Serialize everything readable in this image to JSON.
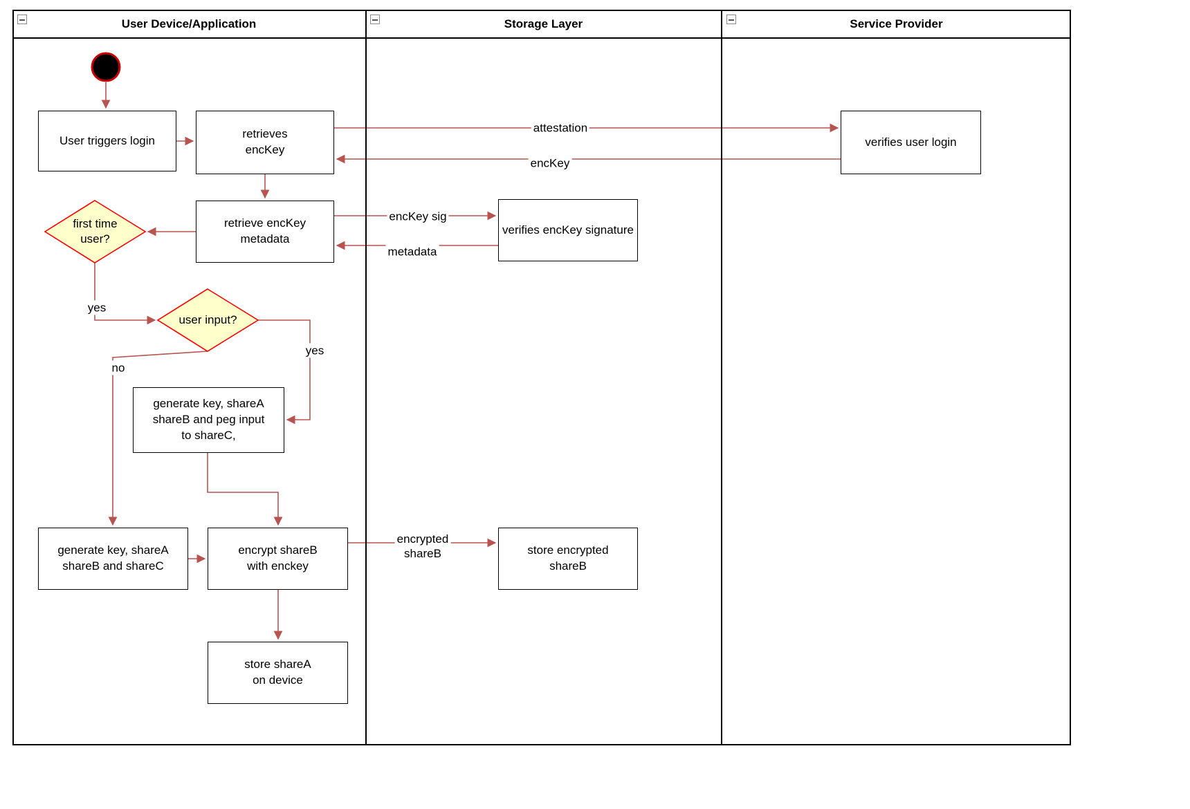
{
  "lanes": [
    {
      "title": "User Device/Application"
    },
    {
      "title": "Storage Layer"
    },
    {
      "title": "Service Provider"
    }
  ],
  "nodes": {
    "user_triggers_login": "User triggers login",
    "retrieves_enckey": "retrieves\nencKey",
    "verifies_user_login": "verifies user login",
    "retrieve_enckey_metadata": "retrieve encKey\nmetadata",
    "verifies_enckey_signature": "verifies encKey signature",
    "first_time_user": "first time\nuser?",
    "user_input": "user input?",
    "generate_key_peg": "generate key, shareA\nshareB and peg input\nto shareC,",
    "generate_key_abc": "generate key, shareA\nshareB and shareC",
    "encrypt_shareb": "encrypt shareB\nwith enckey",
    "store_encrypted_shareb": "store encrypted\nshareB",
    "store_sharea": "store shareA\non device"
  },
  "edge_labels": {
    "attestation": "attestation",
    "enckey": "encKey",
    "enckey_sig": "encKey sig",
    "metadata": "metadata",
    "yes_first": "yes",
    "yes_input": "yes",
    "no_input": "no",
    "encrypted_shareb": "encrypted\nshareB"
  },
  "colors": {
    "edge": "#B85450",
    "diamond_fill": "#FFFFCC",
    "diamond_border": "#FF0000",
    "node_border": "#000000",
    "start_fill": "#000000",
    "start_stroke": "#CC0000"
  }
}
